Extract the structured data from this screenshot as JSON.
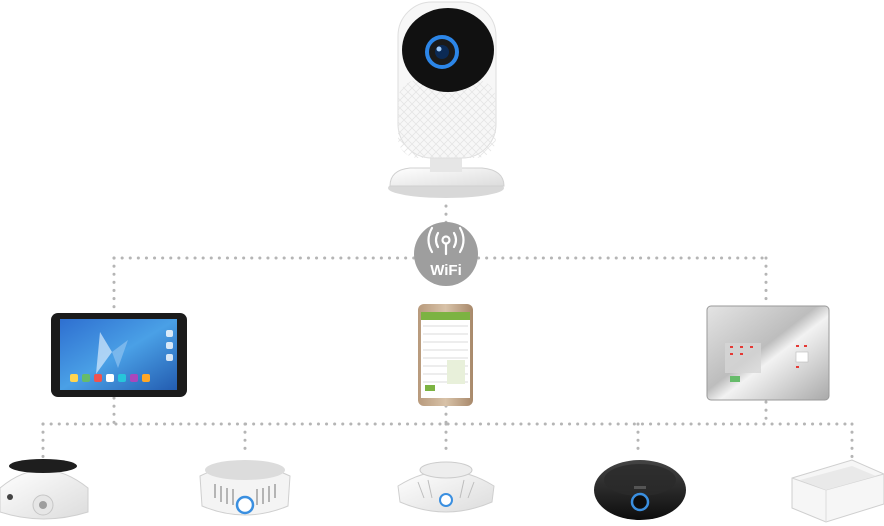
{
  "hub": {
    "label": "WiFi",
    "icon": "wifi-antenna-icon"
  },
  "devices": {
    "camera": "security-camera",
    "controllers": [
      "tablet",
      "smartphone",
      "control-panel"
    ],
    "sensors": [
      "fisheye-camera",
      "vented-sensor",
      "smoke-detector",
      "black-ceiling-sensor",
      "open-box-sensor"
    ]
  },
  "colors": {
    "connector": "#b5b5b5",
    "hub": "#9e9e9e",
    "accent": "#3a8fe0"
  }
}
